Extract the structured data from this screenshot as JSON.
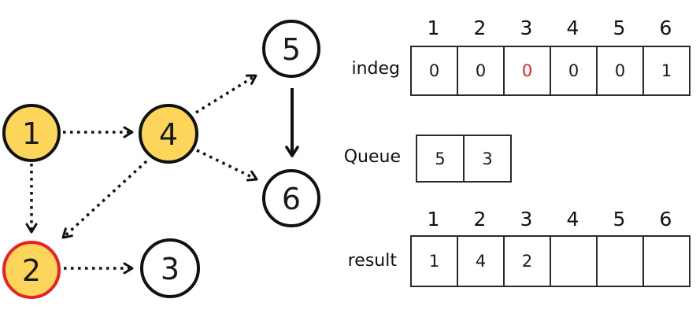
{
  "colors": {
    "node_fill_active": "#fcd55a",
    "node_fill_plain": "#ffffff",
    "node_stroke_black": "#111111",
    "node_stroke_red": "#e82127",
    "highlight_red": "#e0262c",
    "edge_black": "#111111",
    "table_border": "#2a2a2a"
  },
  "graph": {
    "nodes": [
      {
        "id": "1",
        "label": "1",
        "fill": "#fcd55a",
        "stroke": "#111111"
      },
      {
        "id": "2",
        "label": "2",
        "fill": "#fcd55a",
        "stroke": "#e82127"
      },
      {
        "id": "3",
        "label": "3",
        "fill": "#ffffff",
        "stroke": "#111111"
      },
      {
        "id": "4",
        "label": "4",
        "fill": "#fcd55a",
        "stroke": "#111111"
      },
      {
        "id": "5",
        "label": "5",
        "fill": "#ffffff",
        "stroke": "#111111"
      },
      {
        "id": "6",
        "label": "6",
        "fill": "#ffffff",
        "stroke": "#111111"
      }
    ],
    "edges": [
      {
        "from": "1",
        "to": "4",
        "style": "dotted"
      },
      {
        "from": "1",
        "to": "2",
        "style": "dotted"
      },
      {
        "from": "4",
        "to": "2",
        "style": "dotted"
      },
      {
        "from": "2",
        "to": "3",
        "style": "dotted"
      },
      {
        "from": "4",
        "to": "5",
        "style": "dotted"
      },
      {
        "from": "4",
        "to": "6",
        "style": "dotted"
      },
      {
        "from": "5",
        "to": "6",
        "style": "solid"
      }
    ]
  },
  "tables": {
    "indeg": {
      "label": "indeg",
      "headers": [
        "1",
        "2",
        "3",
        "4",
        "5",
        "6"
      ],
      "values": [
        "0",
        "0",
        "0",
        "0",
        "0",
        "1"
      ],
      "highlight_index": 2,
      "highlight_color": "#e0262c"
    },
    "queue": {
      "label": "Queue",
      "values": [
        "5",
        "3"
      ]
    },
    "result": {
      "label": "result",
      "headers": [
        "1",
        "2",
        "3",
        "4",
        "5",
        "6"
      ],
      "values": [
        "1",
        "4",
        "2",
        "",
        "",
        ""
      ]
    }
  }
}
